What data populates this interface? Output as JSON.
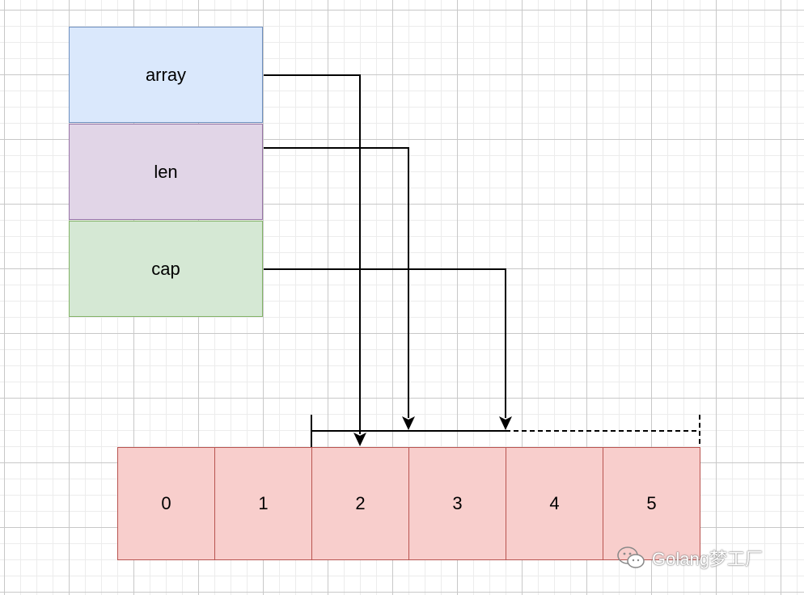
{
  "struct_fields": [
    {
      "label": "array"
    },
    {
      "label": "len"
    },
    {
      "label": "cap"
    }
  ],
  "array_cells": [
    "0",
    "1",
    "2",
    "3",
    "4",
    "5"
  ],
  "watermark": {
    "text": "Golang梦工厂",
    "icon": "wechat-icon"
  },
  "colors": {
    "array_fill": "#dae8fc",
    "len_fill": "#e1d5e7",
    "cap_fill": "#d5e8d4",
    "cell_fill": "#f8cecc",
    "cell_border": "#b85450"
  }
}
